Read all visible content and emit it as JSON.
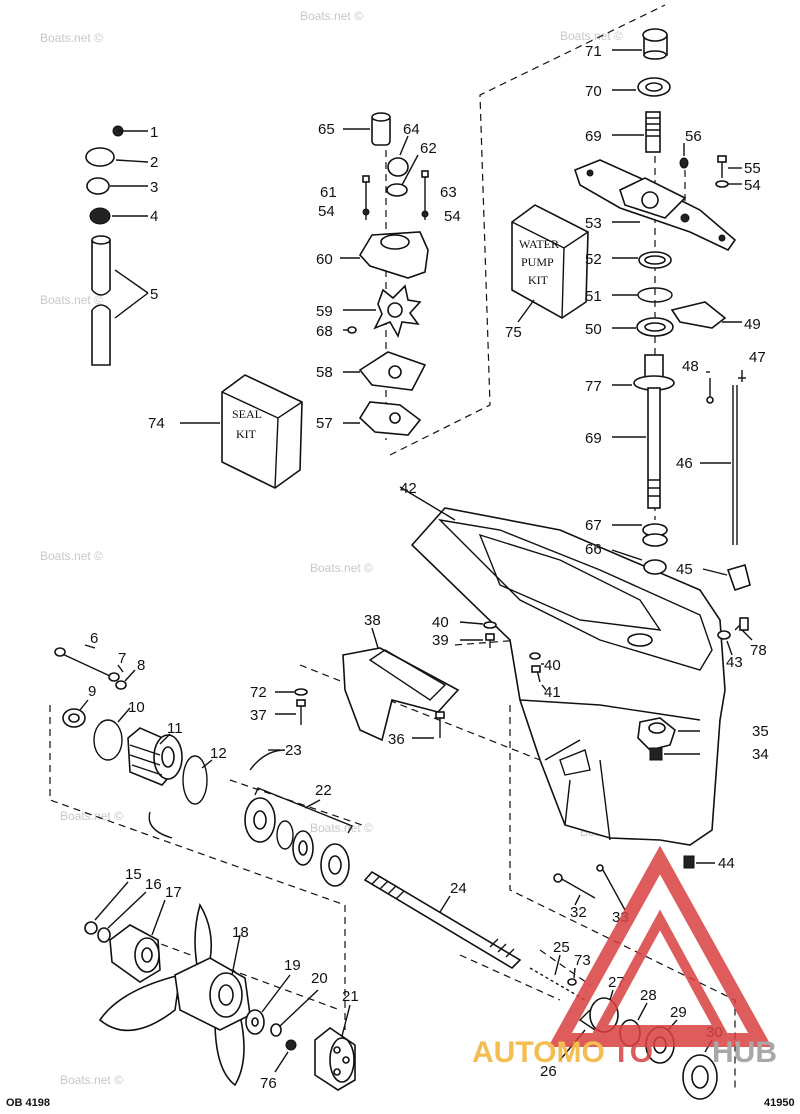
{
  "figure": {
    "left_code": "OB 4198",
    "right_code": "41950"
  },
  "watermark": {
    "text": "Boats.net ©"
  },
  "kits": {
    "seal": [
      "SEAL",
      "KIT"
    ],
    "water_pump": [
      "WATER",
      "PUMP",
      "KIT"
    ]
  },
  "logo": {
    "text_left": "AUTOMO",
    "text_mid": "TO",
    "text_right": "HUB",
    "color_orange": "#f2b233",
    "color_red": "#d94040",
    "color_gray": "#9a9a9a"
  },
  "labels": {
    "1": "1",
    "2": "2",
    "3": "3",
    "4": "4",
    "5": "5",
    "6": "6",
    "7": "7",
    "8": "8",
    "9": "9",
    "10": "10",
    "11": "11",
    "12": "12",
    "15": "15",
    "16": "16",
    "17": "17",
    "18": "18",
    "19": "19",
    "20": "20",
    "21": "21",
    "22": "22",
    "23": "23",
    "24": "24",
    "25": "25",
    "26": "26",
    "27": "27",
    "28": "28",
    "29": "29",
    "30": "30",
    "32": "32",
    "33": "33",
    "34": "34",
    "35": "35",
    "36": "36",
    "37": "37",
    "38": "38",
    "39": "39",
    "40a": "40",
    "40b": "40",
    "41": "41",
    "42": "42",
    "43": "43",
    "44": "44",
    "45": "45",
    "46": "46",
    "47": "47",
    "48": "48",
    "49": "49",
    "50": "50",
    "51": "51",
    "52": "52",
    "53": "53",
    "54a": "54",
    "54b": "54",
    "54c": "54",
    "55": "55",
    "56": "56",
    "57": "57",
    "58": "58",
    "59": "59",
    "60": "60",
    "61": "61",
    "62": "62",
    "63": "63",
    "64": "64",
    "65": "65",
    "66": "66",
    "67": "67",
    "68": "68",
    "69a": "69",
    "69b": "69",
    "70": "70",
    "71": "71",
    "72": "72",
    "73": "73",
    "74": "74",
    "75": "75",
    "76": "76",
    "77": "77",
    "78": "78"
  }
}
